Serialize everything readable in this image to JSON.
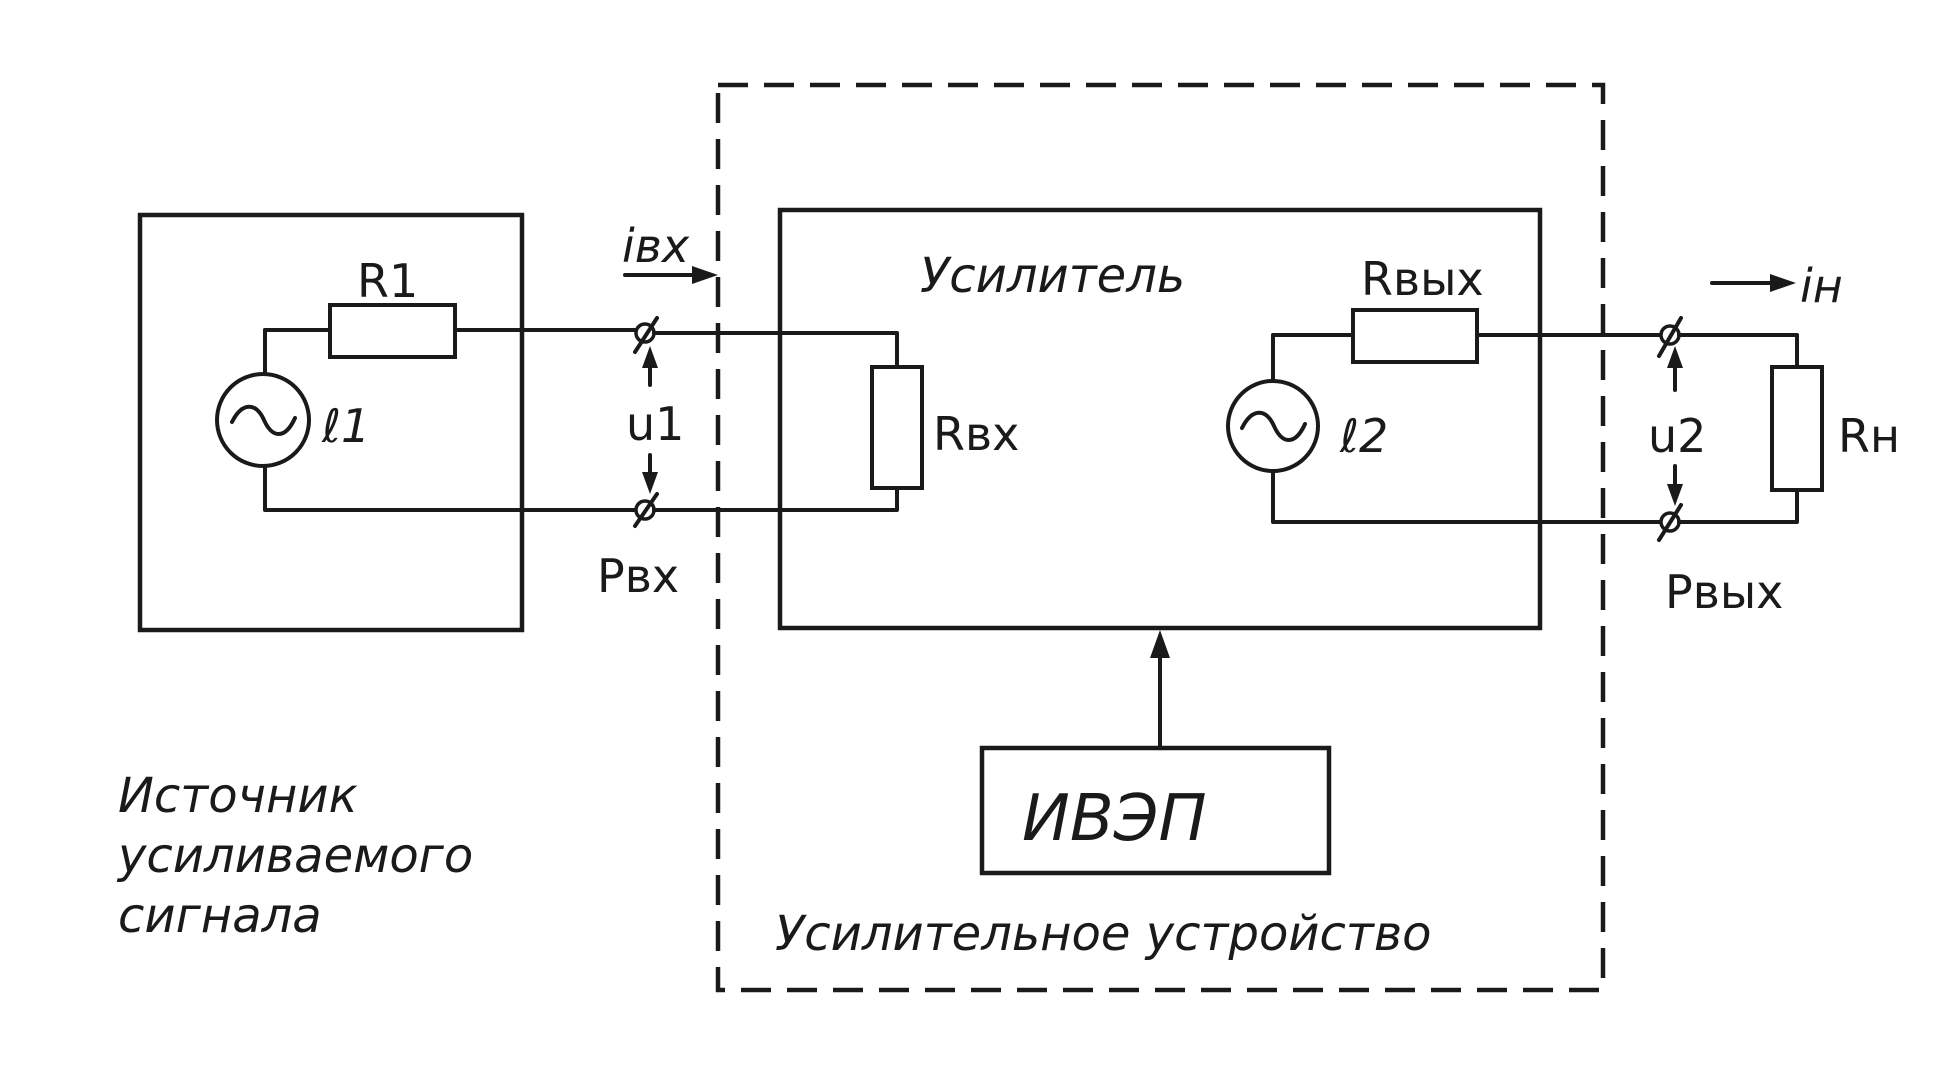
{
  "labels": {
    "r1": "R1",
    "e1": "ℓ1",
    "i_in": "iвх",
    "u1": "u1",
    "p_in": "Pвх",
    "amplifier": "Усилитель",
    "r_in": "Rвх",
    "r_out": "Rвых",
    "e2": "ℓ2",
    "i_load": "iн",
    "u2": "u2",
    "p_out": "Pвых",
    "r_load": "Rн",
    "power_supply": "ИВЭП",
    "device": "Усилительное устройство",
    "source_line1": "Источник",
    "source_line2": "усиливаемого",
    "source_line3": "сигнала"
  }
}
